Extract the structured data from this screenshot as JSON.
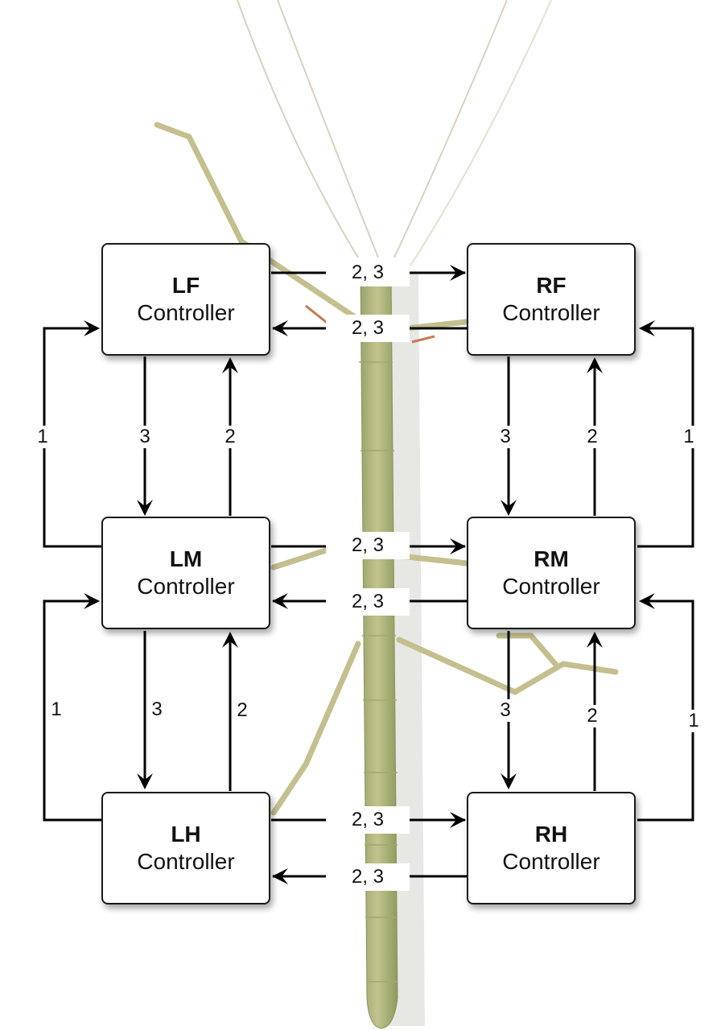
{
  "figure": {
    "background_photo": "stick-insect",
    "line_color": "#000000"
  },
  "controllers": {
    "lf": {
      "abbr": "LF",
      "word": "Controller"
    },
    "rf": {
      "abbr": "RF",
      "word": "Controller"
    },
    "lm": {
      "abbr": "LM",
      "word": "Controller"
    },
    "rm": {
      "abbr": "RM",
      "word": "Controller"
    },
    "lh": {
      "abbr": "LH",
      "word": "Controller"
    },
    "rh": {
      "abbr": "RH",
      "word": "Controller"
    }
  },
  "connections": {
    "lf_to_rf": "2, 3",
    "rf_to_lf": "2, 3",
    "lm_to_rm": "2, 3",
    "rm_to_lm": "2, 3",
    "lh_to_rh": "2, 3",
    "rh_to_lh": "2, 3",
    "lf_to_lm": "3",
    "lm_to_lf": "2",
    "lm_to_lf_outer": "1",
    "rf_to_rm": "3",
    "rm_to_rf": "2",
    "rm_to_rf_outer": "1",
    "lm_to_lh": "3",
    "lh_to_lm": "2",
    "lh_to_lm_outer": "1",
    "rm_to_rh": "3",
    "rh_to_rm": "2",
    "rh_to_rm_outer": "1"
  }
}
